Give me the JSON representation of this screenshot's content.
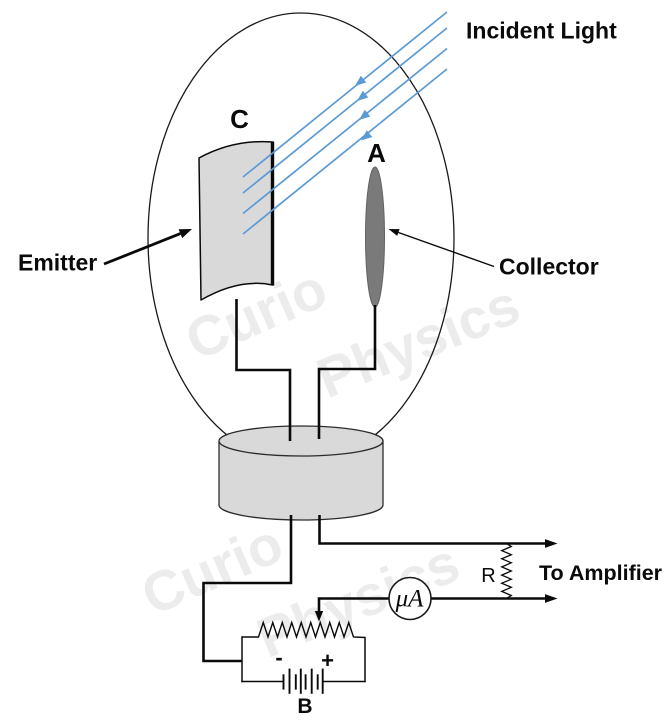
{
  "diagram": {
    "description": "Photoelectric effect experiment: evacuated tube with emitter and collector connected to battery, microammeter and amplifier",
    "labels": {
      "incident_light": "Incident Light",
      "emitter_plate": "C",
      "collector_electrode": "A",
      "emitter": "Emitter",
      "collector": "Collector",
      "resistor": "R",
      "to_amplifier": "To Amplifier",
      "microammeter": "μA",
      "battery": "B",
      "battery_minus": "-",
      "battery_plus": "+"
    },
    "watermark": {
      "word1": "Curio",
      "word2": "Physics"
    },
    "colors": {
      "background": "#ffffff",
      "line": "#0a0a0a",
      "outline": "#1a1a1a",
      "plate_fill": "#d9d9d9",
      "base_fill": "#d9d9d9",
      "collector_fill": "#7a7a7a",
      "collector_edge": "#636363",
      "ray_blue": "#5b9bd5",
      "watermark_gray": "#ececec"
    }
  }
}
